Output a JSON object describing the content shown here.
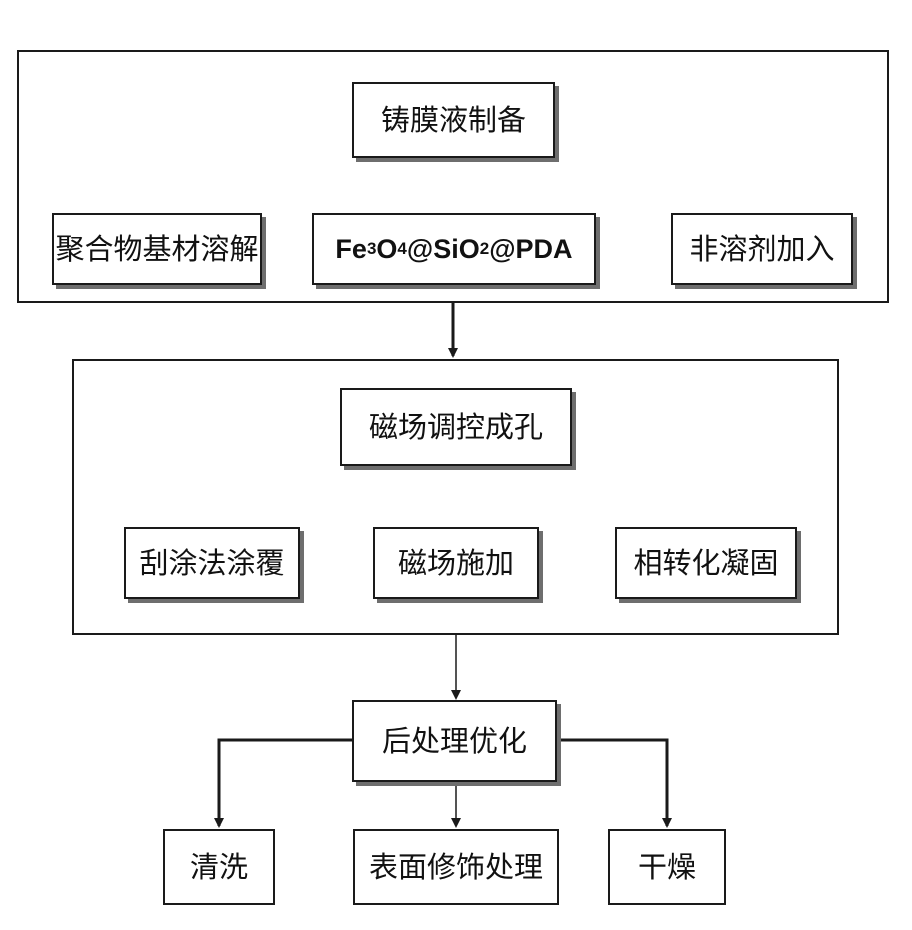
{
  "colors": {
    "line": "#1a1a1a",
    "shadow": "#6e6e6e",
    "background": "#ffffff"
  },
  "stage1": {
    "title": "铸膜液制备",
    "children": [
      "聚合物基材溶解",
      "",
      "非溶剂加入"
    ],
    "formula": [
      {
        "t": "Fe"
      },
      {
        "t": "3",
        "sub": true
      },
      {
        "t": "O"
      },
      {
        "t": "4",
        "sub": true
      },
      {
        "t": "@Si"
      },
      {
        "t": "O"
      },
      {
        "t": "2",
        "sub": true
      },
      {
        "t": "@PDA"
      }
    ]
  },
  "stage2": {
    "title": "磁场调控成孔",
    "children": [
      "刮涂法涂覆",
      "磁场施加",
      "相转化凝固"
    ]
  },
  "stage3": {
    "title": "后处理优化",
    "children": [
      "清洗",
      "表面修饰处理",
      "干燥"
    ]
  }
}
